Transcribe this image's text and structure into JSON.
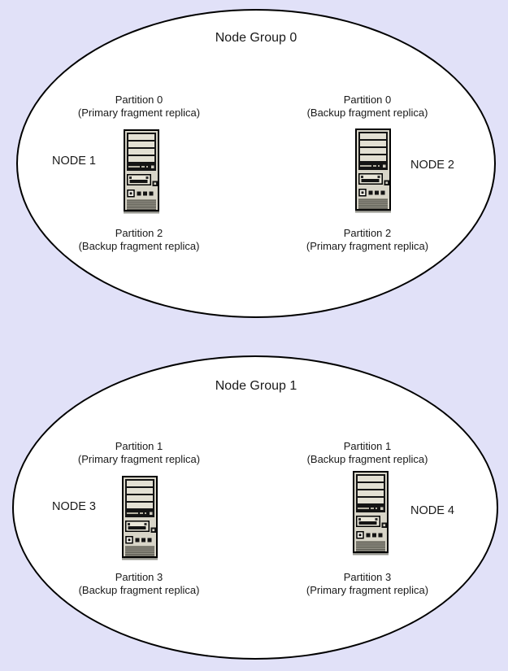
{
  "diagram": {
    "background_color": "#e1e1f8",
    "ellipse_fill": "#ffffff",
    "ellipse_border_color": "#000000",
    "text_color": "#1a1a1a",
    "server_icon": {
      "name": "server-tower-icon",
      "body_color": "#d8d5c8",
      "panel_color": "#141414",
      "slat_color": "#e3e0d3",
      "vent_stripe_color": "#53524a"
    }
  },
  "groups": [
    {
      "title": "Node Group 0",
      "nodes": [
        {
          "name": "NODE 1",
          "label_side": "left",
          "top_partition": {
            "title": "Partition 0",
            "role": "(Primary fragment replica)"
          },
          "bottom_partition": {
            "title": "Partition 2",
            "role": "(Backup fragment replica)"
          }
        },
        {
          "name": "NODE 2",
          "label_side": "right",
          "top_partition": {
            "title": "Partition 0",
            "role": "(Backup fragment replica)"
          },
          "bottom_partition": {
            "title": "Partition 2",
            "role": "(Primary fragment replica)"
          }
        }
      ]
    },
    {
      "title": "Node Group 1",
      "nodes": [
        {
          "name": "NODE 3",
          "label_side": "left",
          "top_partition": {
            "title": "Partition 1",
            "role": "(Primary fragment replica)"
          },
          "bottom_partition": {
            "title": "Partition 3",
            "role": "(Backup fragment replica)"
          }
        },
        {
          "name": "NODE 4",
          "label_side": "right",
          "top_partition": {
            "title": "Partition 1",
            "role": "(Backup fragment replica)"
          },
          "bottom_partition": {
            "title": "Partition 3",
            "role": "(Primary fragment replica)"
          }
        }
      ]
    }
  ]
}
